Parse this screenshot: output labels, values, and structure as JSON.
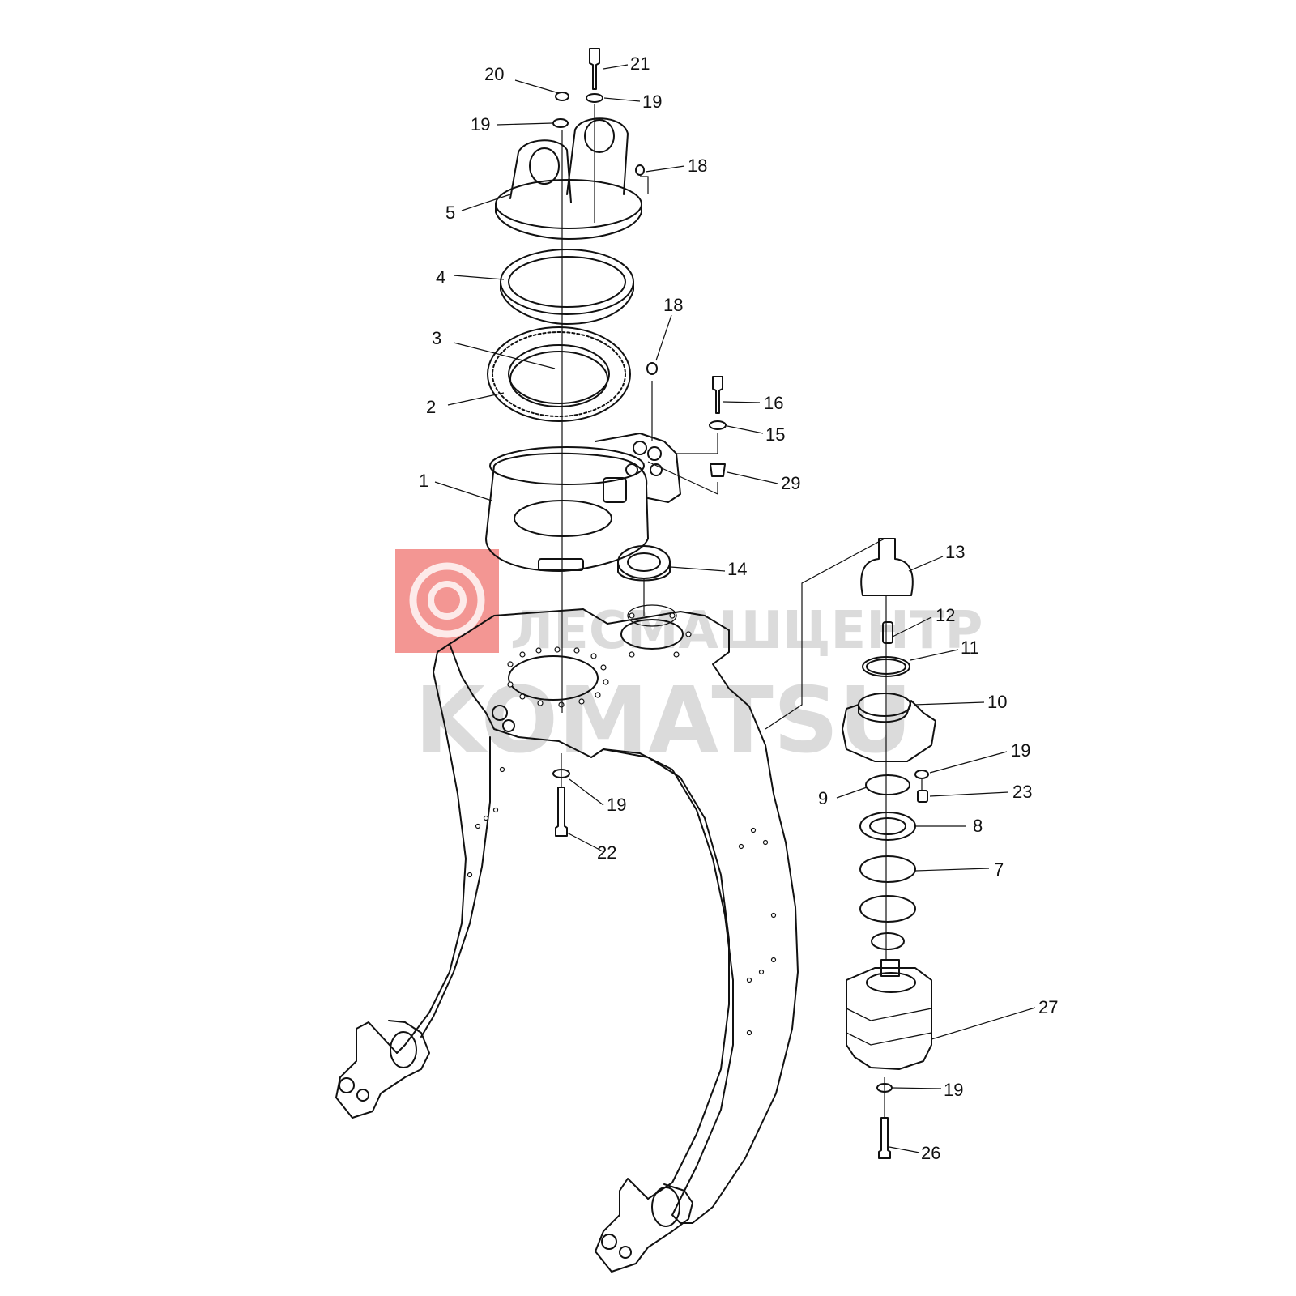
{
  "watermark": {
    "line1": "ЛЕСМАШЦЕНТР",
    "line2": "KOMATSU",
    "logo_color": "#e9403a",
    "text_color": "#cfcfcf"
  },
  "callouts": [
    {
      "id": "p21",
      "label": "21"
    },
    {
      "id": "p20",
      "label": "20"
    },
    {
      "id": "p19a",
      "label": "19"
    },
    {
      "id": "p19b",
      "label": "19"
    },
    {
      "id": "p18a",
      "label": "18"
    },
    {
      "id": "p5",
      "label": "5"
    },
    {
      "id": "p4",
      "label": "4"
    },
    {
      "id": "p18b",
      "label": "18"
    },
    {
      "id": "p3",
      "label": "3"
    },
    {
      "id": "p2",
      "label": "2"
    },
    {
      "id": "p16",
      "label": "16"
    },
    {
      "id": "p15",
      "label": "15"
    },
    {
      "id": "p1",
      "label": "1"
    },
    {
      "id": "p29",
      "label": "29"
    },
    {
      "id": "p13",
      "label": "13"
    },
    {
      "id": "p14",
      "label": "14"
    },
    {
      "id": "p12",
      "label": "12"
    },
    {
      "id": "p11",
      "label": "11"
    },
    {
      "id": "p10",
      "label": "10"
    },
    {
      "id": "p19c",
      "label": "19"
    },
    {
      "id": "p9",
      "label": "9"
    },
    {
      "id": "p23",
      "label": "23"
    },
    {
      "id": "p19d",
      "label": "19"
    },
    {
      "id": "p8",
      "label": "8"
    },
    {
      "id": "p22",
      "label": "22"
    },
    {
      "id": "p7",
      "label": "7"
    },
    {
      "id": "p27",
      "label": "27"
    },
    {
      "id": "p19e",
      "label": "19"
    },
    {
      "id": "p26",
      "label": "26"
    }
  ]
}
